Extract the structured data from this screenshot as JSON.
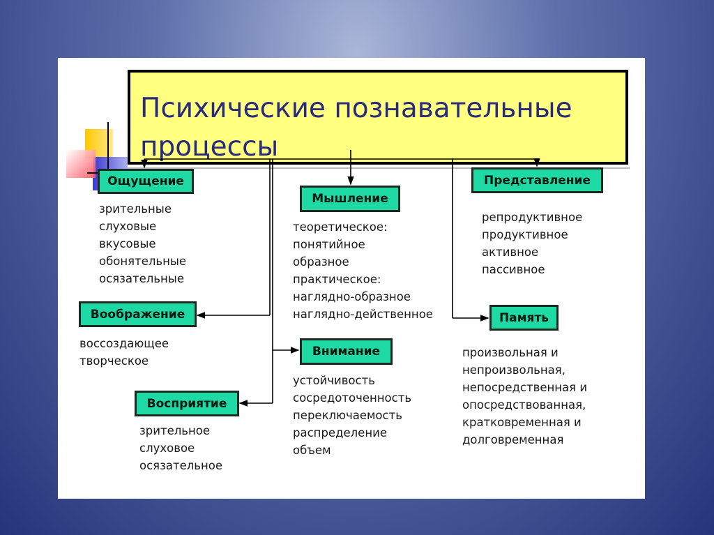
{
  "title": {
    "line1": "Психические познавательные",
    "line2": "процессы"
  },
  "nodes": {
    "sensation": {
      "label": "Ощущение",
      "items": [
        "зрительные",
        "слуховые",
        "вкусовые",
        "обонятельные",
        "осязательные"
      ]
    },
    "thinking": {
      "label": "Мышление",
      "items": [
        "теоретическое:",
        "понятийное",
        "образное",
        "практическое:",
        "наглядно-образное",
        "наглядно-действенное"
      ]
    },
    "representation": {
      "label": "Представление",
      "items": [
        "репродуктивное",
        "продуктивное",
        "активное",
        "пассивное"
      ]
    },
    "imagination": {
      "label": "Воображение",
      "items": [
        "воссоздающее",
        "творческое"
      ]
    },
    "memory": {
      "label": "Память",
      "items": [
        "произвольная и",
        "непроизвольная,",
        "непосредственная и",
        "опосредствованная,",
        "кратковременная и",
        "долговременная"
      ]
    },
    "attention": {
      "label": "Внимание",
      "items": [
        "устойчивость",
        "сосредоточенность",
        "переключаемость",
        "распределение",
        "объем"
      ]
    },
    "perception": {
      "label": "Восприятие",
      "items": [
        "зрительное",
        "слуховое",
        "осязательное"
      ]
    }
  },
  "colors": {
    "node": "#1fd9a5",
    "title_bg": "#ffff80",
    "title_text": "#2a2a7c"
  }
}
